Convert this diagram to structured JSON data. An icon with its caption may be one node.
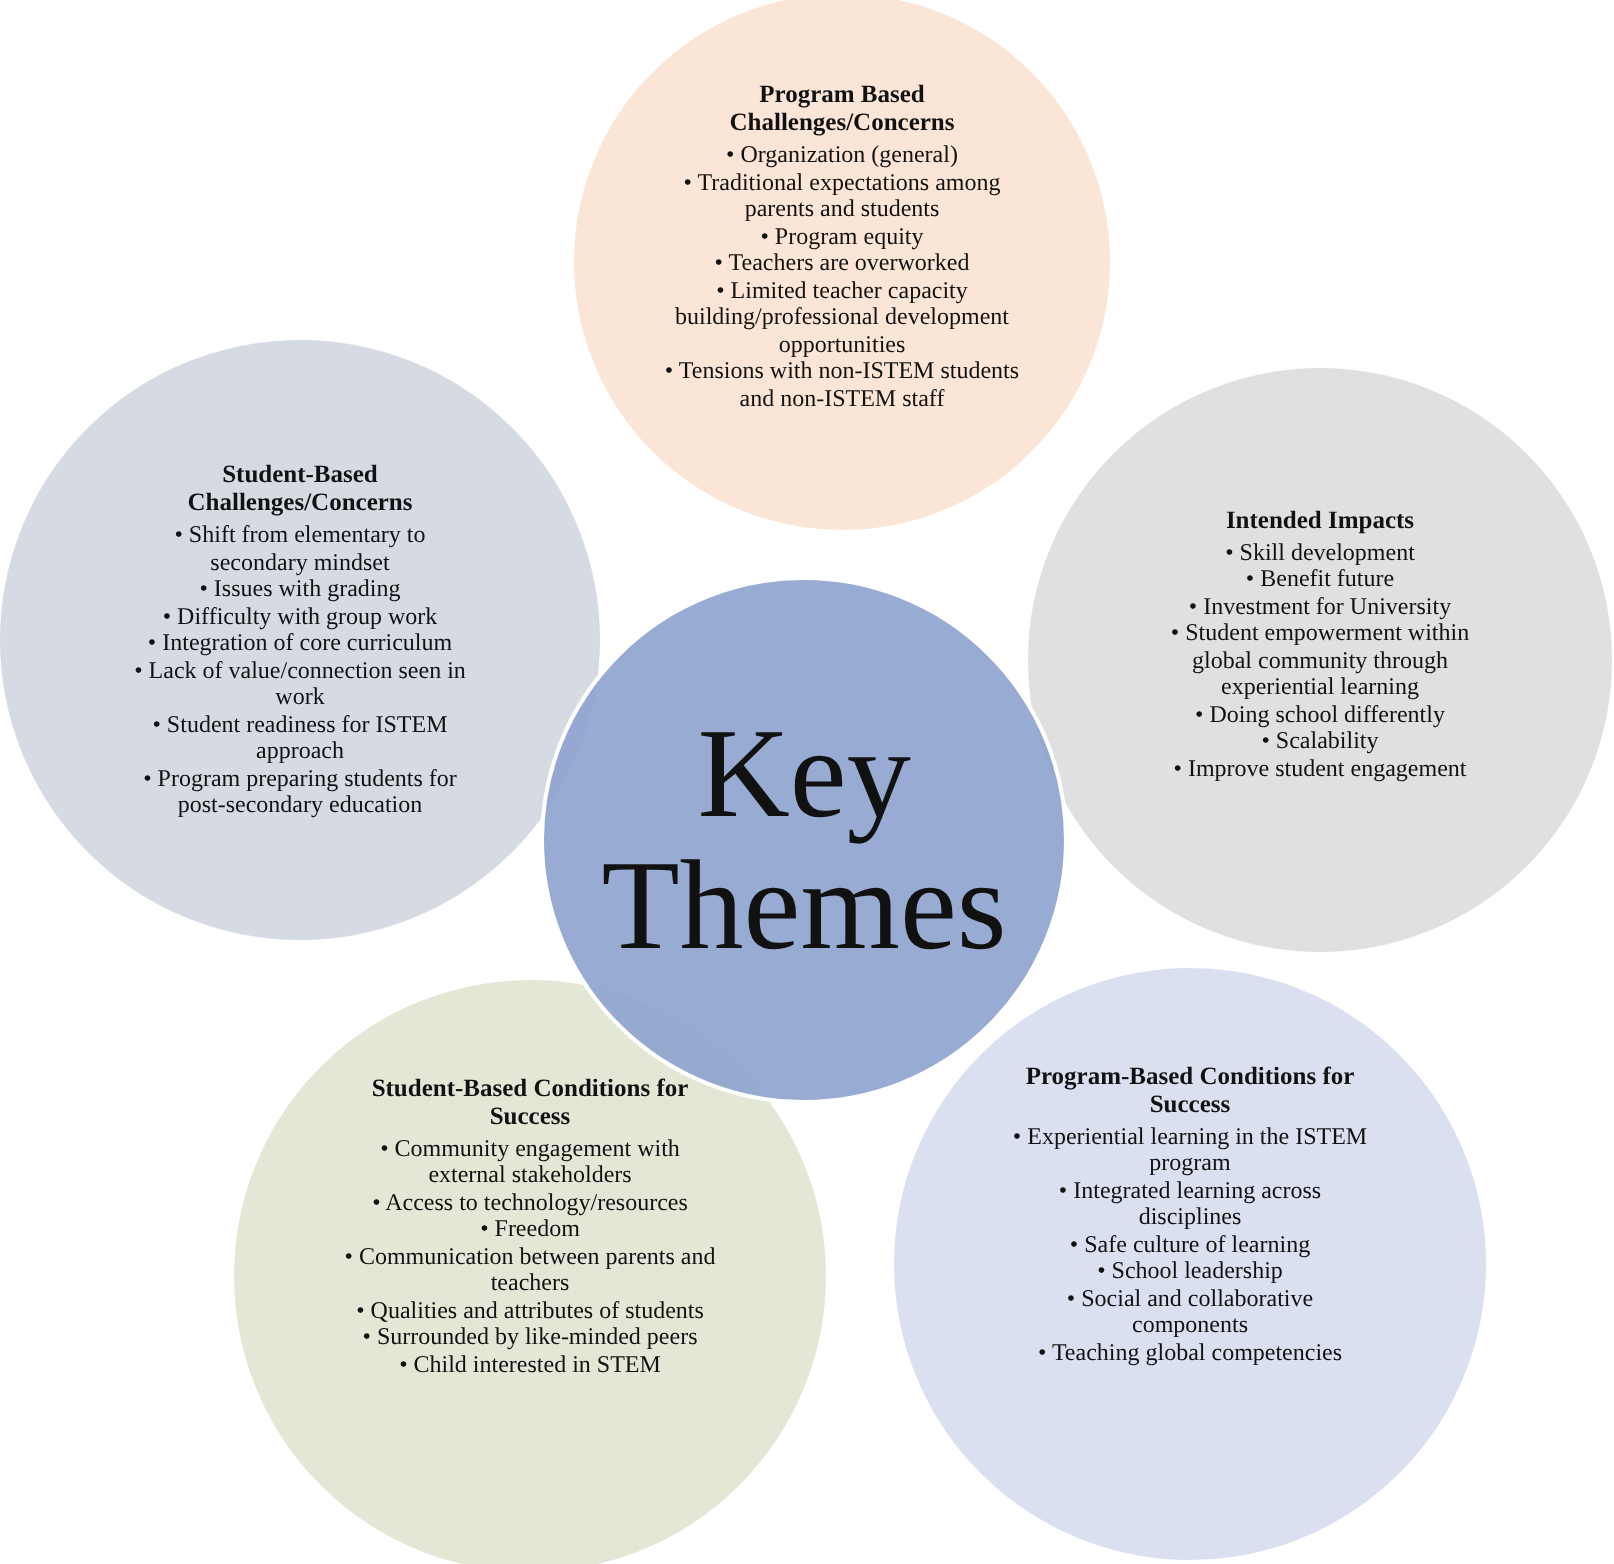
{
  "diagram": {
    "nodes": [
      {
        "text": [
          "Program Based Challenges/Concerns",
          "• Organization (general)",
          "• Traditional expectations among parents and students",
          "• Program equity",
          "• Teachers are overworked",
          "• Limited teacher capacity building/professional development opportunities",
          "• Tensions with non-ISTEM students and non-ISTEM staff"
        ]
      },
      {
        "text": [
          "Student-Based Challenges/Concerns",
          "• Shift from elementary to secondary mindset",
          "• Issues with grading",
          "• Difficulty with group work",
          "• Integration of core curriculum",
          "• Lack of value/connection seen in work",
          "• Student readiness for ISTEM approach",
          "• Program preparing students for post-secondary education"
        ]
      },
      {
        "text": [
          "Intended Impacts",
          "• Skill development",
          "• Benefit future",
          "• Investment for University",
          "• Student empowerment within global community through experiential learning",
          "• Doing school differently",
          "• Scalability",
          "• Improve student engagement"
        ]
      },
      {
        "text": [
          "Key Themes"
        ]
      },
      {
        "text": [
          "Student-Based Conditions for Success",
          "• Community engagement with external stakeholders",
          "• Access to technology/resources",
          "• Freedom",
          "• Communication between parents and teachers",
          "• Qualities and attributes of students",
          "• Surrounded by like-minded peers",
          "• Child interested in STEM"
        ]
      },
      {
        "text": [
          "Program-Based Conditions for Success",
          "• Experiential learning in the ISTEM program",
          "• Integrated learning across disciplines",
          "• Safe culture of learning",
          "• School leadership",
          "• Social and collaborative components",
          "• Teaching global competencies"
        ]
      }
    ]
  }
}
